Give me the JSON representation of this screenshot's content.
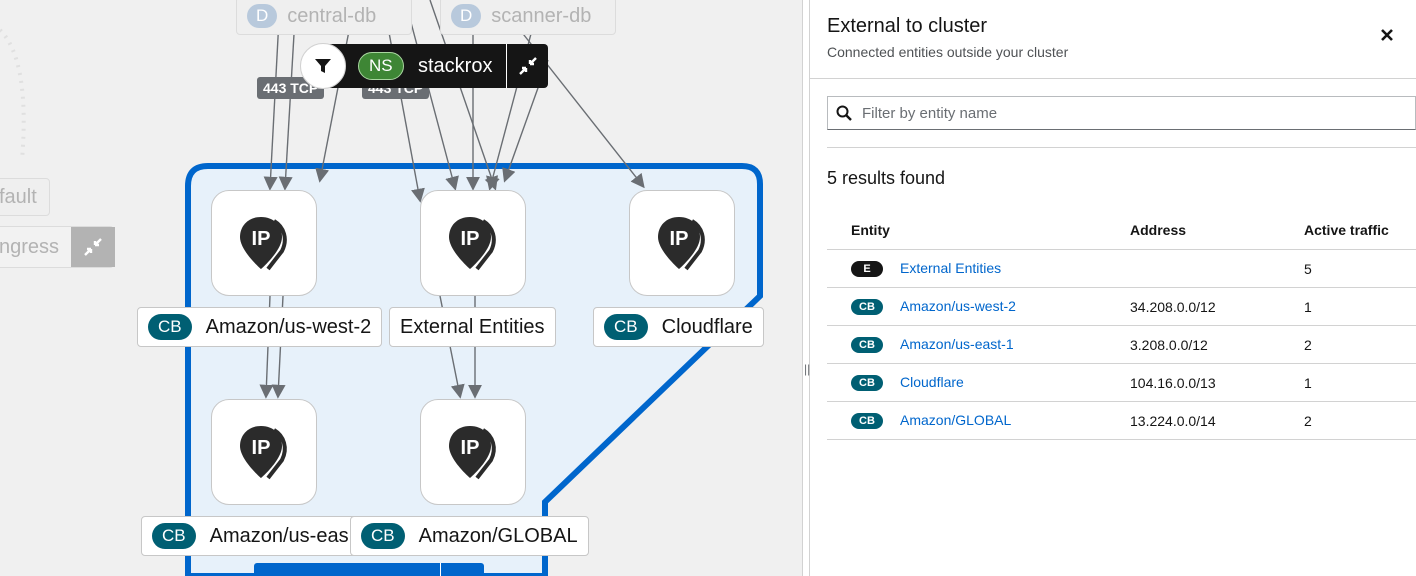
{
  "graph": {
    "background_nodes": [
      {
        "badge": "D",
        "label": "central-db"
      },
      {
        "badge": "D",
        "label": "scanner-db"
      },
      {
        "label": "fault"
      },
      {
        "label": "ngress"
      }
    ],
    "edge_labels": [
      "443 TCP",
      "443 TCP"
    ],
    "namespace": {
      "badge": "NS",
      "name": "stackrox"
    },
    "nodes": [
      {
        "badge": "CB",
        "label": "Amazon/us-west-2"
      },
      {
        "badge": "",
        "label": "External Entities"
      },
      {
        "badge": "CB",
        "label": "Cloudflare"
      },
      {
        "badge": "CB",
        "label": "Amazon/us-eas"
      },
      {
        "badge": "CB",
        "label": "Amazon/GLOBAL"
      }
    ],
    "node_icon": "ip-location-icon"
  },
  "panel": {
    "title": "External to cluster",
    "subtitle": "Connected entities outside your cluster",
    "search_placeholder": "Filter by entity name",
    "results_text": "5 results found",
    "columns": [
      "Entity",
      "Address",
      "Active traffic"
    ],
    "rows": [
      {
        "badge": "E",
        "badge_color": "#151515",
        "entity": "External Entities",
        "address": "",
        "traffic": "5"
      },
      {
        "badge": "CB",
        "badge_color": "#005f73",
        "entity": "Amazon/us-west-2",
        "address": "34.208.0.0/12",
        "traffic": "1"
      },
      {
        "badge": "CB",
        "badge_color": "#005f73",
        "entity": "Amazon/us-east-1",
        "address": "3.208.0.0/12",
        "traffic": "2"
      },
      {
        "badge": "CB",
        "badge_color": "#005f73",
        "entity": "Cloudflare",
        "address": "104.16.0.0/13",
        "traffic": "1"
      },
      {
        "badge": "CB",
        "badge_color": "#005f73",
        "entity": "Amazon/GLOBAL",
        "address": "13.224.0.0/14",
        "traffic": "2"
      }
    ]
  },
  "colors": {
    "accent": "#0066cc",
    "group_border": "#0066cc",
    "group_fill": "#e7f1fa",
    "namespace_badge": "#3e8635"
  }
}
